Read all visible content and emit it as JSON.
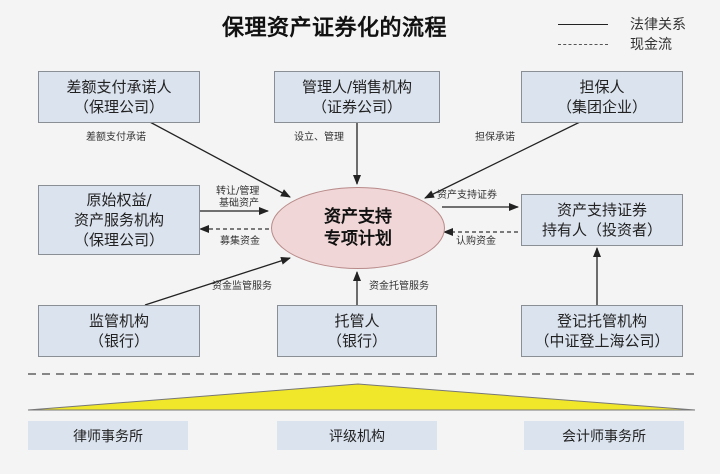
{
  "title": "保理资产证券化的流程",
  "legend": {
    "solid": "法律关系",
    "dashed": "现金流"
  },
  "center": {
    "line1": "资产支持",
    "line2": "专项计划"
  },
  "boxes": {
    "top_left": {
      "line1": "差额支付承诺人",
      "line2": "（保理公司）"
    },
    "top_center": {
      "line1": "管理人/销售机构",
      "line2": "（证券公司）"
    },
    "top_right": {
      "line1": "担保人",
      "line2": "（集团企业）"
    },
    "mid_left": {
      "line1": "原始权益/",
      "line2": "资产服务机构",
      "line3": "（保理公司）"
    },
    "mid_right": {
      "line1": "资产支持证券",
      "line2": "持有人（投资者）"
    },
    "bottom_left": {
      "line1": "监管机构",
      "line2": "（银行）"
    },
    "bottom_center": {
      "line1": "托管人",
      "line2": "（银行）"
    },
    "bottom_right": {
      "line1": "登记托管机构",
      "line2": "（中证登上海公司）"
    }
  },
  "edge_labels": {
    "diff_payment": "差额支付承诺",
    "setup_manage": "设立、管理",
    "guarantee": "担保承诺",
    "transfer_line1": "转让/管理",
    "transfer_line2": "基础资产",
    "raise_funds": "募集资金",
    "abs_securities": "资产支持证券",
    "subscribe_funds": "认购资金",
    "fund_supervision": "资金监管服务",
    "fund_custody": "资金托管服务"
  },
  "service_providers": [
    "律师事务所",
    "评级机构",
    "会计师事务所"
  ],
  "colors": {
    "box_fill": "#dbe3ee",
    "ellipse_fill": "#f0d6d6",
    "triangle_fill": "#f0e62a",
    "line": "#222222"
  }
}
